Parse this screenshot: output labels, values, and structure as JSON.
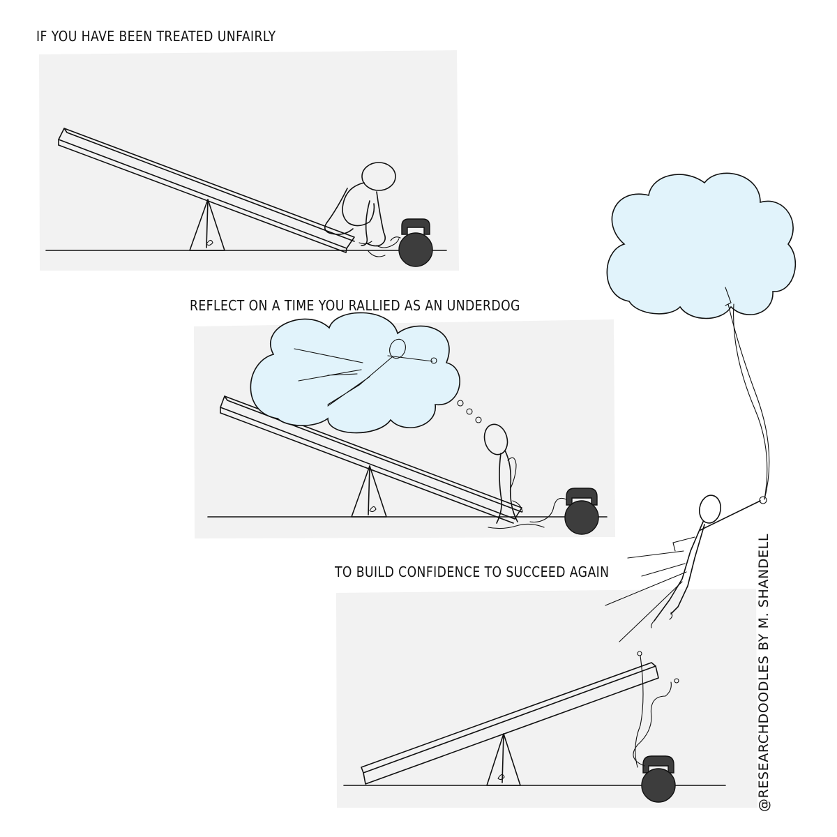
{
  "panels": [
    {
      "caption": "IF YOU HAVE BEEN TREATED UNFAIRLY"
    },
    {
      "caption": "REFLECT ON A TIME YOU RALLIED AS AN UNDERDOG"
    },
    {
      "caption": "TO BUILD CONFIDENCE TO SUCCEED AGAIN"
    }
  ],
  "credit": "@RESEARCHDOODLES BY M. SHANDELL",
  "colors": {
    "panel": "#f2f2f2",
    "cloud": "#e1f3fb",
    "ink": "#111111",
    "kettlebell": "#3d3d3d"
  }
}
